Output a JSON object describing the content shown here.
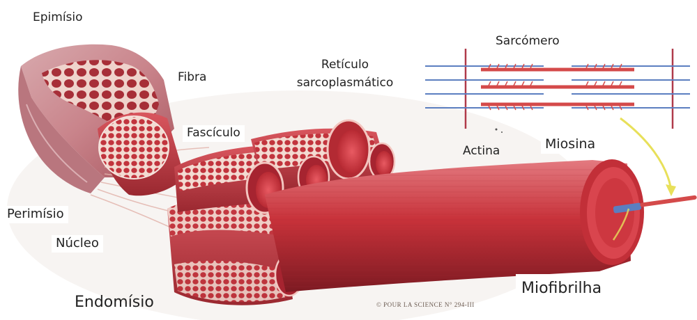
{
  "labels": {
    "epimisio": "Epimísio",
    "fibra": "Fibra",
    "reticulo_line1": "Retículo",
    "reticulo_line2": "sarcoplasmático",
    "sarcomero": "Sarcómero",
    "fasciculo": "Fascículo",
    "actina": "Actina",
    "miosina": "Miosina",
    "perimisio": "Perimísio",
    "nucleo": "Núcleo",
    "endomisio": "Endomísio",
    "miofibrilha": "Miofibrilha"
  },
  "credit": "© POUR LA SCIENCE N° 294-III",
  "colors": {
    "muscle": "#c8323a",
    "muscle_dark": "#8e1f28",
    "muscle_light": "#e8707a",
    "connective": "#f3d2c8",
    "actin": "#5b7ec0",
    "myosin": "#d44a4a",
    "z_line": "#b03a4a",
    "arrow": "#e8e05a"
  },
  "icons": {
    "pointer": "yellow-arrow",
    "myofibril_tip": "blue-red-rod"
  }
}
